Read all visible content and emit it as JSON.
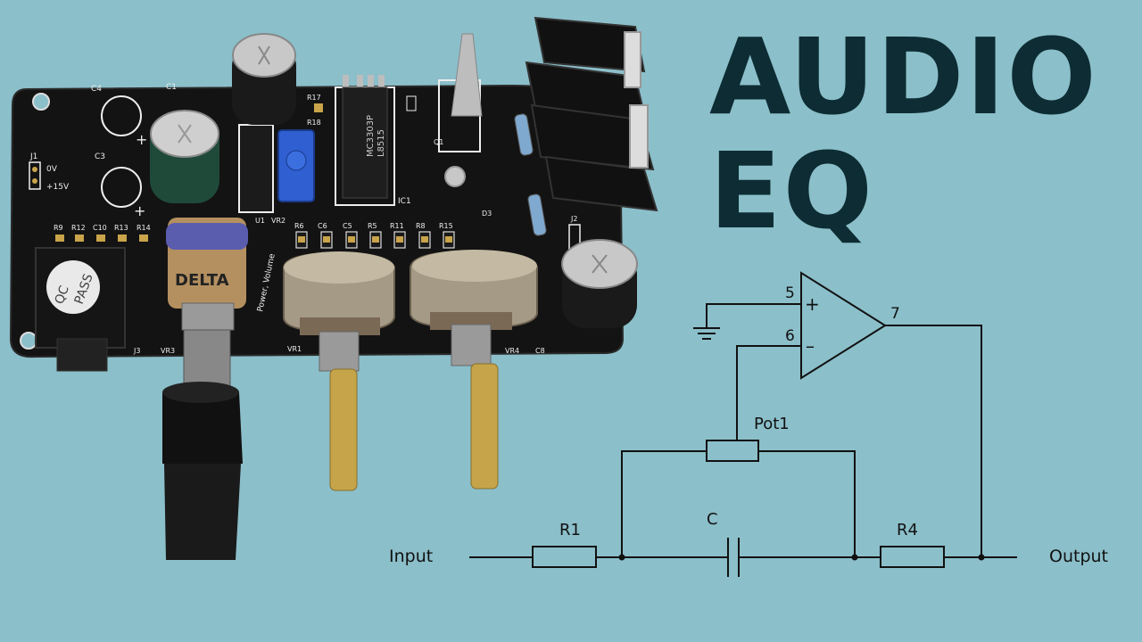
{
  "title": {
    "line1": "AUDIO",
    "line2": "EQ"
  },
  "schematic": {
    "input_label": "Input",
    "output_label": "Output",
    "r1_label": "R1",
    "r4_label": "R4",
    "cap_label": "C",
    "pot_label": "Pot1",
    "pin_plus": "5",
    "pin_minus": "6",
    "pin_out": "7",
    "plus_sign": "+",
    "minus_sign": "–"
  },
  "board": {
    "silkscreen": {
      "c4": "C4",
      "c1": "C1",
      "c3": "C3",
      "j1": "J1",
      "v0": "0V",
      "v15": "+15V",
      "row1": [
        "R9",
        "R12",
        "C10",
        "R13",
        "R14"
      ],
      "row2": [
        "R6",
        "C6",
        "C5",
        "R5",
        "R11",
        "R8",
        "R15"
      ],
      "u1": "U1",
      "vr2": "VR2",
      "ic1": "IC1",
      "q1": "Q1",
      "d3": "D3",
      "j2": "J2",
      "vr3": "VR3",
      "vr1": "VR1",
      "vr4": "VR4",
      "c8": "C8",
      "j3": "J3",
      "power_volume": "Power, Volume",
      "r17": "R17",
      "r18": "R18"
    },
    "ic_marking": [
      "MC3303P",
      "L8515"
    ],
    "jack_sticker": [
      "QC",
      "PASS"
    ],
    "knob_label": "DELTA"
  }
}
